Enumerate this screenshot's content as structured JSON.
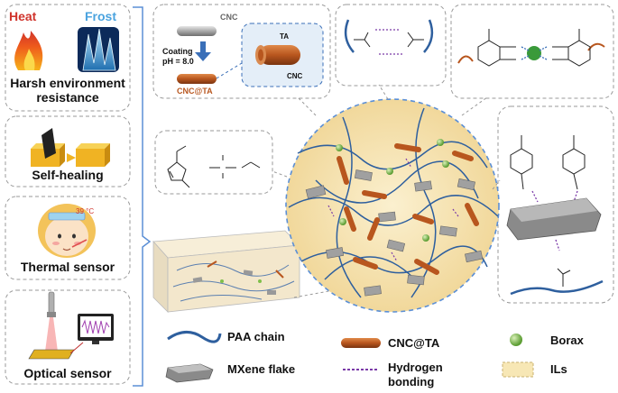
{
  "left_panels": {
    "heat_label": "Heat",
    "frost_label": "Frost",
    "harsh_label_line1": "Harsh environment",
    "harsh_label_line2": "resistance",
    "selfheal_label": "Self-healing",
    "thermal_temp": "39 °C",
    "thermal_label": "Thermal sensor",
    "optical_label": "Optical sensor"
  },
  "cnc_panel": {
    "cnc_label": "CNC",
    "coating_line1": "Coating",
    "coating_line2": "pH = 8.0",
    "cnc_ta_label": "CNC@TA",
    "zoom_ta": "TA",
    "zoom_cnc": "CNC"
  },
  "legend": {
    "paa": "PAA chain",
    "mxene": "MXene flake",
    "cncta": "CNC@TA",
    "hbond_line1": "Hydrogen",
    "hbond_line2": "bonding",
    "borax": "Borax",
    "ils": "ILs"
  },
  "colors": {
    "accent_blue": "#5b8fd6",
    "cnc_orange": "#b8561e",
    "heat_red": "#d0342c",
    "frost_blue": "#4aa3df",
    "borax_green": "#7fbf4a",
    "boron_green": "#3a9a3a",
    "hbond_purple": "#7a3aa8",
    "ils_yellow": "#f7e7b5"
  }
}
